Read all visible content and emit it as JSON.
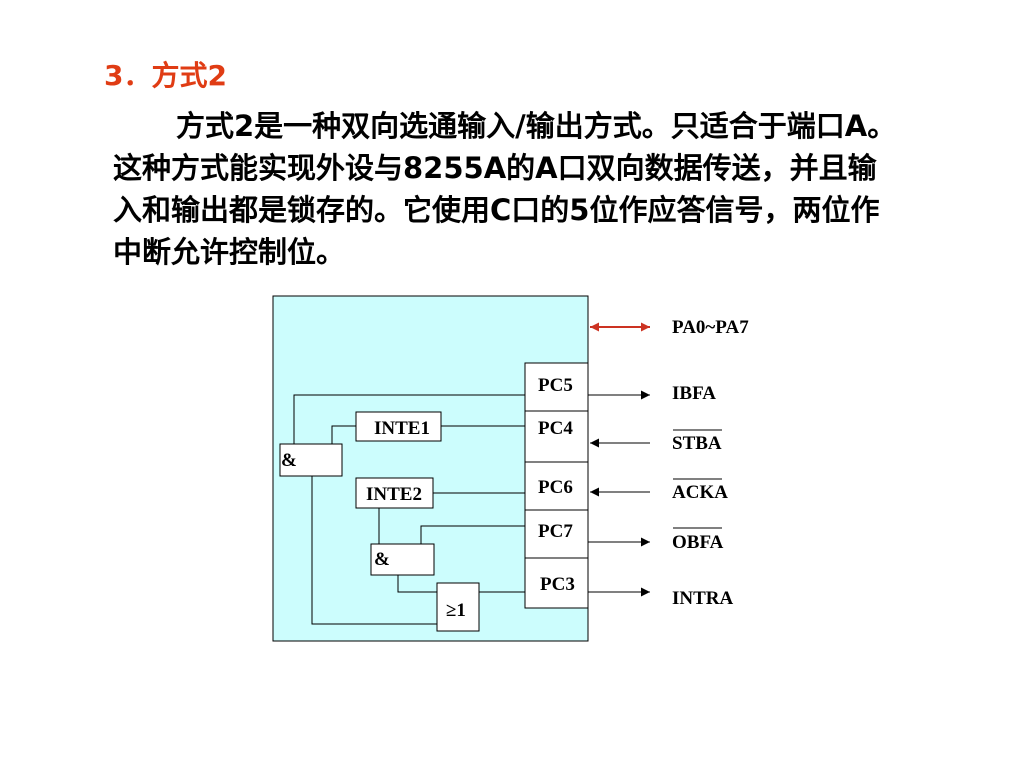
{
  "heading": "3．方式2",
  "paragraph": "方式2是一种双向选通输入/输出方式。只适合于端口A。这种方式能实现外设与8255A的A口双向数据传送，并且输入和输出都是锁存的。它使用C口的5位作应答信号，两位作中断允许控制位。",
  "diagram": {
    "ports": [
      "PC5",
      "PC4",
      "PC6",
      "PC7",
      "PC3"
    ],
    "inte1": "INTE1",
    "inte2": "INTE2",
    "and_gate": "&",
    "or_gate": "≥1",
    "signals": {
      "pa": "PA0~PA7",
      "ibfa": "IBFA",
      "stba": "STBA",
      "acka": "ACKA",
      "obfa": "OBFA",
      "intra": "INTRA"
    }
  },
  "colors": {
    "heading": "#e03c14",
    "panel": "#ccfdfd",
    "bidir_arrow": "#cc3322"
  }
}
